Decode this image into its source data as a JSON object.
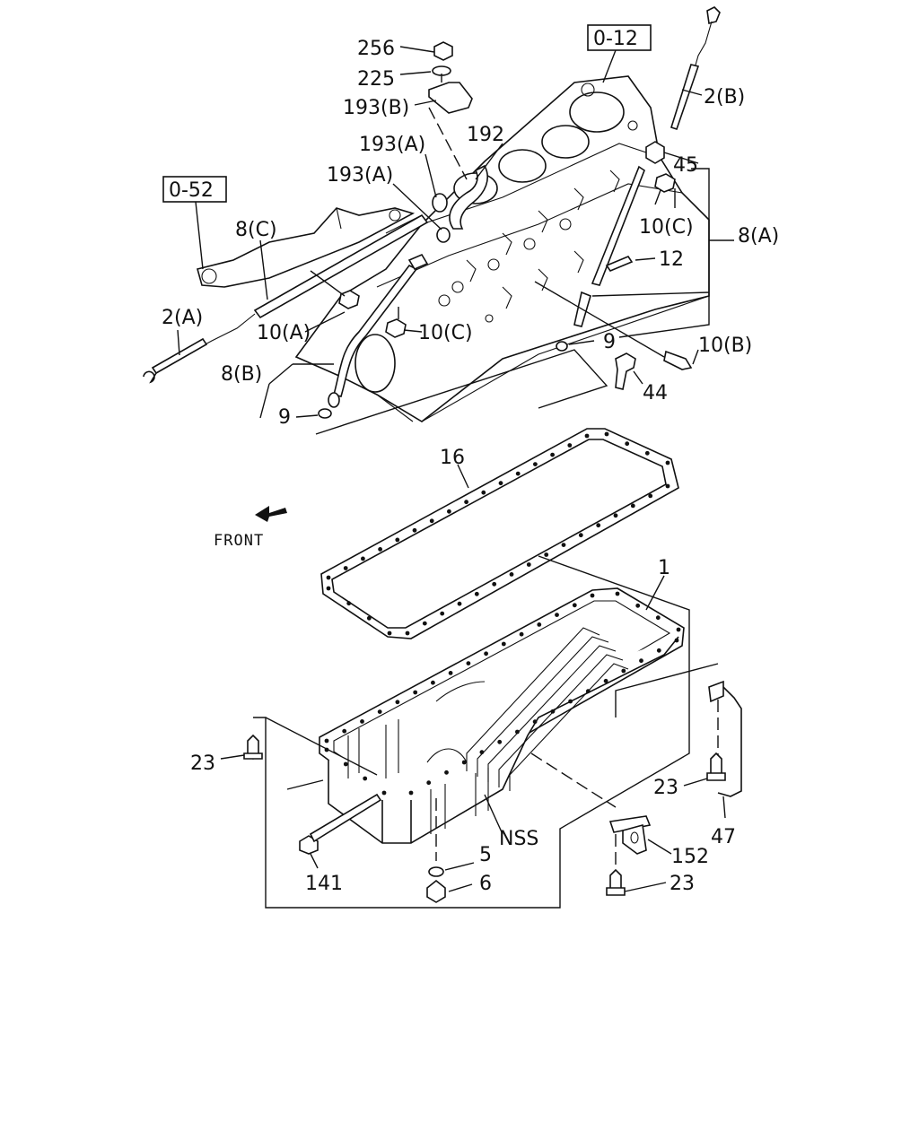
{
  "labels": {
    "ref_0_12": "0-12",
    "ref_0_52": "0-52",
    "p256": "256",
    "p225": "225",
    "p193b": "193(B)",
    "p193a_1": "193(A)",
    "p192": "192",
    "p193a_2": "193(A)",
    "p2b": "2(B)",
    "p45": "45",
    "p10c_1": "10(C)",
    "p8a": "8(A)",
    "p8c": "8(C)",
    "p12": "12",
    "p2a": "2(A)",
    "p10a": "10(A)",
    "p10c_2": "10(C)",
    "p9_1": "9",
    "p10b": "10(B)",
    "p8b": "8(B)",
    "p44": "44",
    "p9_2": "9",
    "p16": "16",
    "front": "FRONT",
    "p1": "1",
    "p23_1": "23",
    "p23_2": "23",
    "p47": "47",
    "nss": "NSS",
    "p152": "152",
    "p5": "5",
    "p141": "141",
    "p6": "6",
    "p23_3": "23"
  },
  "colors": {
    "ink": "#111111",
    "paper": "#ffffff"
  },
  "icons": {
    "front_arrow": "arrow-down-left-icon"
  }
}
